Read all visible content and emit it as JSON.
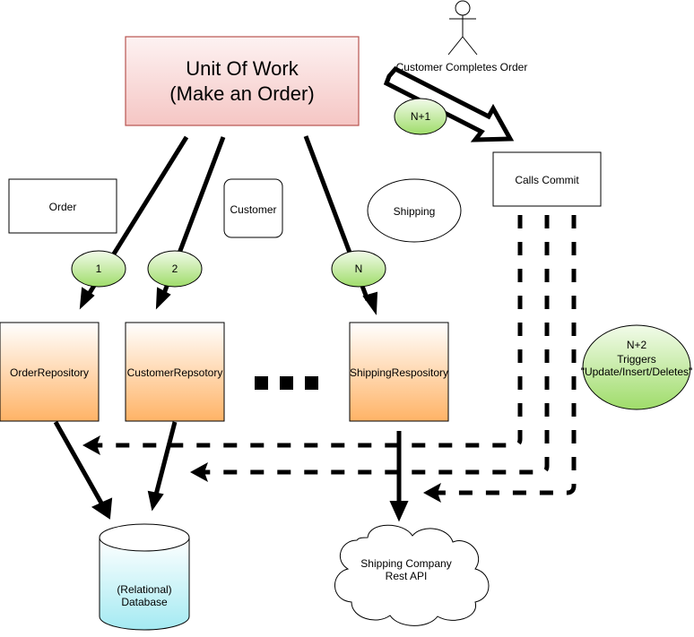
{
  "diagram": {
    "unit_of_work": {
      "line1": "Unit Of Work",
      "line2": "(Make an Order)"
    },
    "actor": {
      "label": "Customer Completes Order"
    },
    "calls_commit": {
      "label": "Calls Commit"
    },
    "entities": {
      "order": "Order",
      "customer": "Customer",
      "shipping": "Shipping"
    },
    "steps": {
      "step1": "1",
      "step2": "2",
      "stepN": "N",
      "stepN1": "N+1",
      "stepN2": {
        "line1": "N+2",
        "line2": "Triggers",
        "line3": "\"Update/Insert/Deletes\""
      }
    },
    "repositories": {
      "order": "OrderRepository",
      "customer": "CustomerRepsotory",
      "shipping": "ShippingRespository"
    },
    "database": {
      "line1": "(Relational)",
      "line2": "Database"
    },
    "shipping_api": {
      "line1": "Shipping Company",
      "line2": "Rest API"
    },
    "colors": {
      "uow_fill_top": "#ffffff",
      "uow_fill_bottom": "#f8cecc",
      "uow_stroke": "#b85450",
      "green_top": "#ffffff",
      "green_bottom": "#a8e070",
      "orange_top": "#ffffff",
      "orange_bottom": "#ffb366",
      "cyan_top": "#ffffff",
      "cyan_bottom": "#a8eef4"
    }
  }
}
